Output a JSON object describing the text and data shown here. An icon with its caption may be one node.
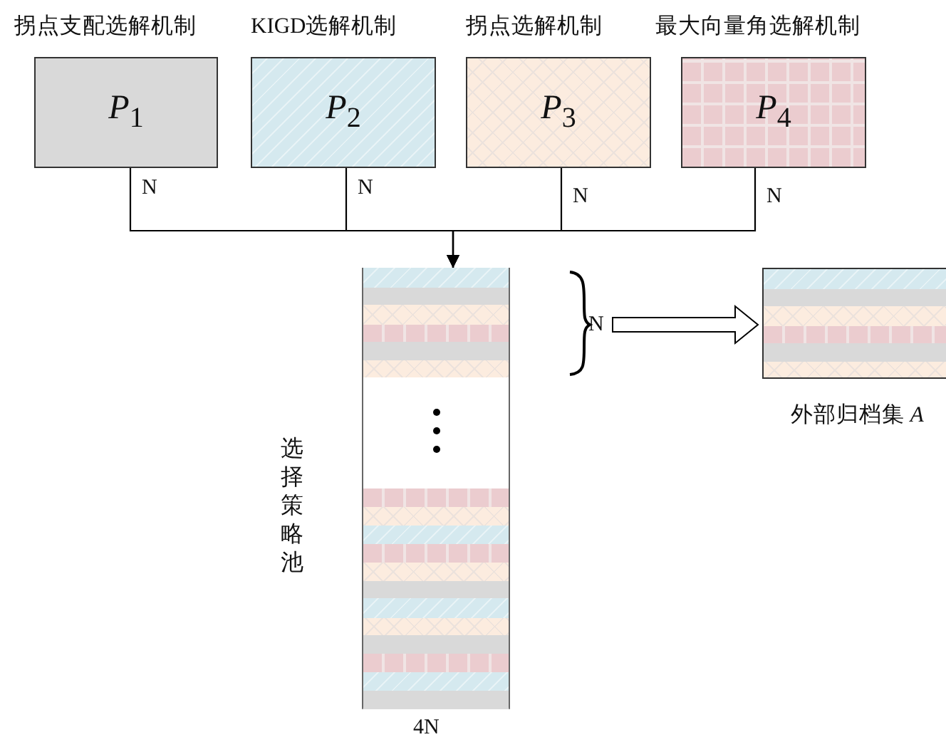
{
  "diagram": {
    "nodes": [
      {
        "text": [
          "拐点支配选解机制",
          "*P*$_{1}$"
        ]
      },
      {
        "text": [
          "KIGD选解机制",
          "*P*$_{2}$"
        ]
      },
      {
        "text": [
          "拐点选解机制",
          "*P*$_{3}$"
        ]
      },
      {
        "text": [
          "最大向量角选解机制",
          "*P*$_{4}$"
        ]
      },
      {
        "text": [],
        "shape": "bar",
        "beside": [
          "选择策略池",
          "4N"
        ]
      },
      {
        "text": [],
        "shape": "box",
        "beside": [
          "外部归档集 *A*"
        ]
      }
    ],
    "edges": [
      {
        "from": 0,
        "to": 4,
        "arrow": "to",
        "label": "N"
      },
      {
        "from": 1,
        "to": 4,
        "arrow": "to",
        "label": "N"
      },
      {
        "from": 2,
        "to": 4,
        "arrow": "to",
        "label": "N"
      },
      {
        "from": 3,
        "to": 4,
        "arrow": "to",
        "label": "N"
      },
      {
        "from": 4,
        "to": 5,
        "arrow": "to",
        "style": "thick"
      }
    ],
    "labels": [
      "N"
    ]
  }
}
